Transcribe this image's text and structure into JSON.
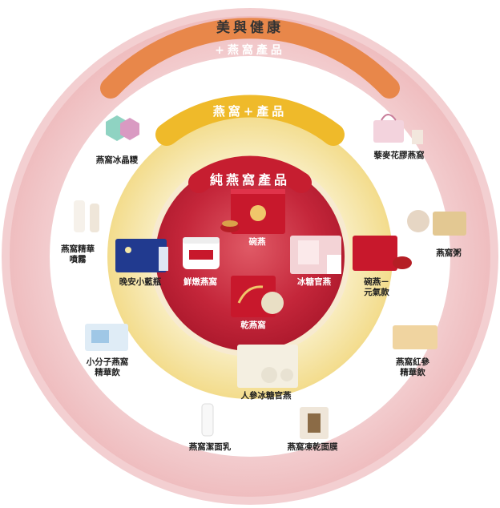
{
  "rings": {
    "outer_title": "美與健康",
    "band_orange": "+燕窩產品",
    "band_yellow": "燕窩+產品",
    "band_red": "純燕窩產品"
  },
  "outer_products": [
    {
      "id": "p1",
      "label": "燕窩冰晶糭"
    },
    {
      "id": "p2",
      "label": "藜麥花膠燕窩"
    },
    {
      "id": "p3",
      "label": "燕窩精華\n噴霧"
    },
    {
      "id": "p4",
      "label": "燕窩粥"
    },
    {
      "id": "p5",
      "label": "小分子燕窩\n精華飲"
    },
    {
      "id": "p6",
      "label": "燕窩紅參\n精華飲"
    },
    {
      "id": "p7",
      "label": "燕窩潔面乳"
    },
    {
      "id": "p8",
      "label": "燕窩凍乾面膜"
    }
  ],
  "middle_products": [
    {
      "id": "m1",
      "label": "晚安小藍瓶"
    },
    {
      "id": "m2",
      "label": "碗燕－\n元氣款"
    },
    {
      "id": "m3",
      "label": "人參冰糖官燕"
    }
  ],
  "inner_products": [
    {
      "id": "i1",
      "label": "碗燕"
    },
    {
      "id": "i2",
      "label": "鮮燉燕窩"
    },
    {
      "id": "i3",
      "label": "冰糖官燕"
    },
    {
      "id": "i4",
      "label": "乾燕窩"
    }
  ],
  "colors": {
    "outer_ring": "#f2c9cb",
    "ring_edge": "#f6dadb",
    "white_gap": "#ffffff",
    "middle_ring": "#f6e6a6",
    "inner_bg": "#f7ebcd",
    "red_core": "#bf1e33",
    "band_orange": "#e88c4c",
    "band_yellow": "#efbb2a",
    "band_red": "#c81f32"
  },
  "product_image": "red-gift-box / jar product photos"
}
